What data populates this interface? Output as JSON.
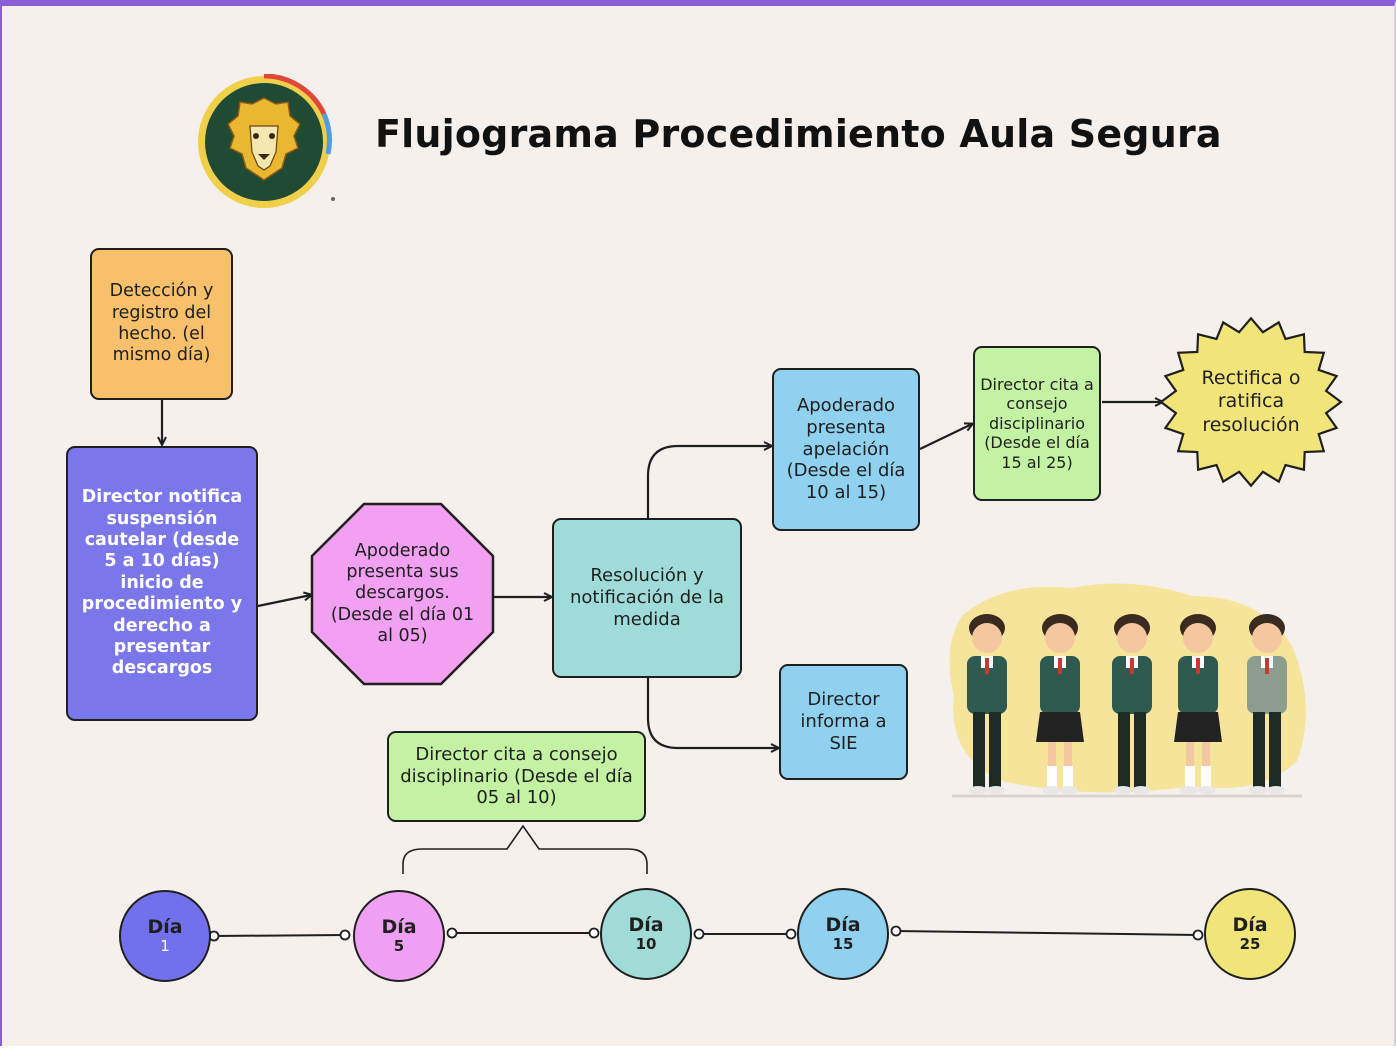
{
  "title": "Flujograma Procedimiento Aula Segura",
  "nodes": {
    "deteccion": "Detección y registro del hecho. (el mismo día)",
    "director_notifica": "Director notifica suspensión cautelar (desde 5 a 10 días) inicio de procedimiento y derecho a presentar descargos",
    "apoderado_descargos": "Apoderado presenta sus descargos. (Desde el día 01 al 05)",
    "resolucion": "Resolución y notificación de la medida",
    "apoderado_apelacion": "Apoderado presenta apelación (Desde el día 10 al 15)",
    "director_cita_15_25": "Director cita a consejo disciplinario (Desde el día 15 al 25)",
    "rectifica": "Rectifica o ratifica resolución",
    "director_informa": "Director informa a SIE",
    "director_cita_05_10": "Director cita a consejo disciplinario (Desde el día 05 al 10)"
  },
  "timeline": [
    {
      "label": "Día",
      "num": "1",
      "color": "#7370ee"
    },
    {
      "label": "Día",
      "num": "5",
      "color": "#f0a0f2"
    },
    {
      "label": "Día",
      "num": "10",
      "color": "#a0dbd8"
    },
    {
      "label": "Día",
      "num": "15",
      "color": "#8fd1ef"
    },
    {
      "label": "Día",
      "num": "25",
      "color": "#f1e57a"
    }
  ],
  "colors": {
    "accent_border": "#8a5fd6",
    "background": "#f5f0ec",
    "orange": "#f8c06b",
    "purple": "#7a77ea",
    "pink": "#f2a0f2",
    "teal": "#9fdcd9",
    "blue": "#8fd1ef",
    "green": "#c3f2a2",
    "yellow": "#f1e57a"
  },
  "icons": {
    "logo": "lion-crest-icon",
    "students": "students-group-illustration"
  }
}
